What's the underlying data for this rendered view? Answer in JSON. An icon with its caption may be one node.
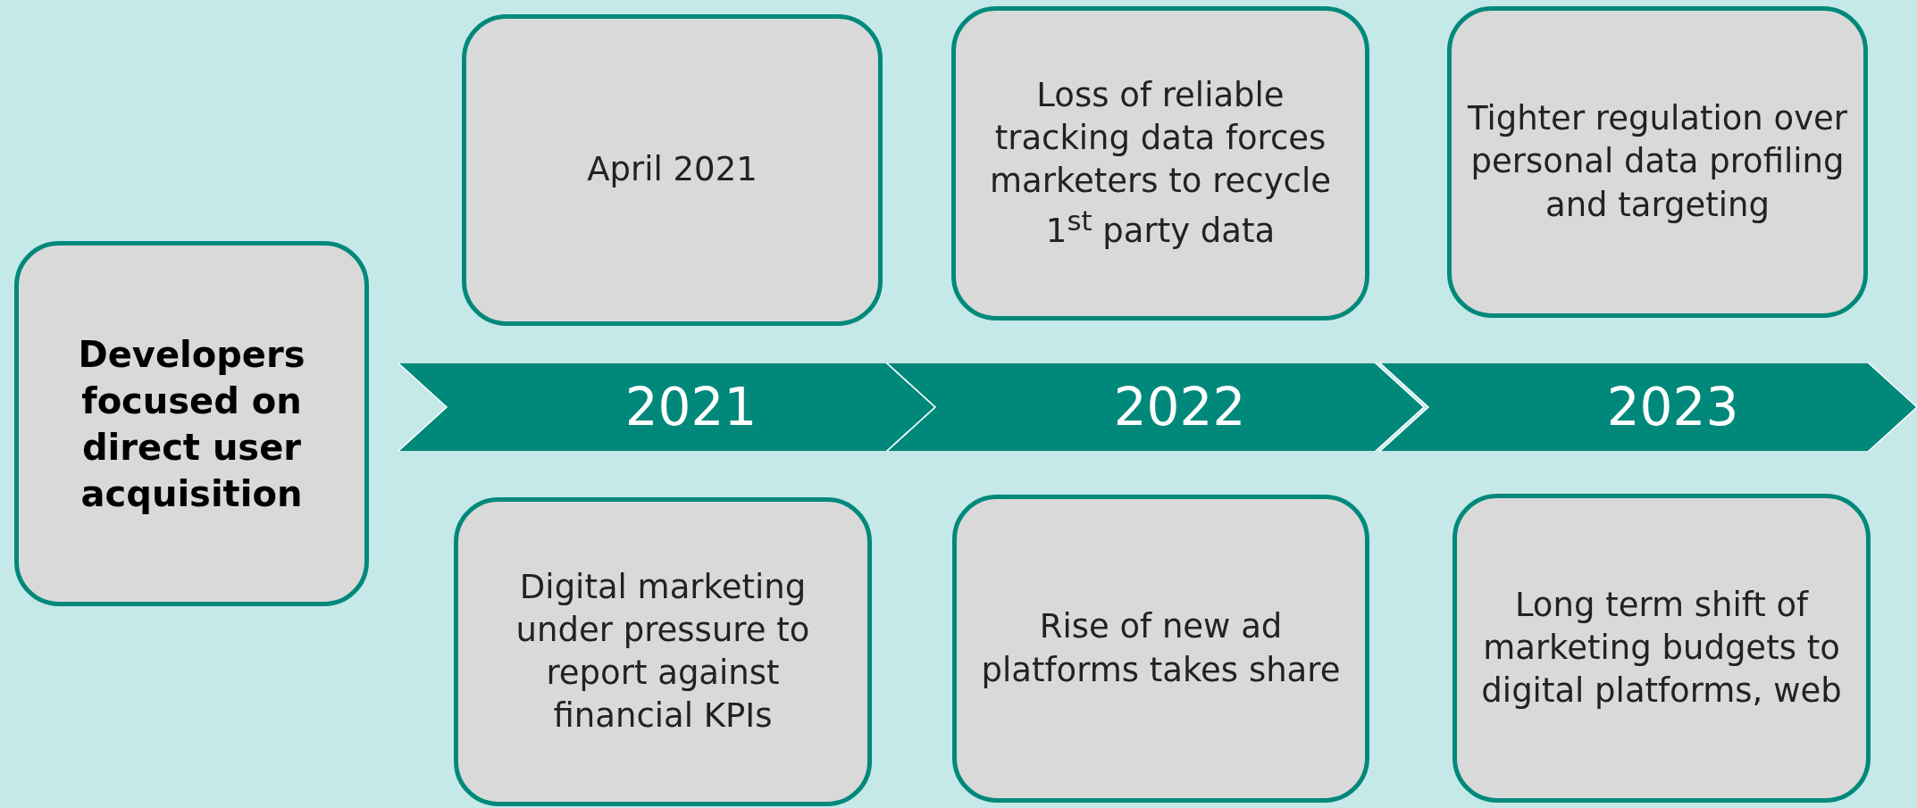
{
  "diagram": {
    "nodes": [
      {
        "text": [
          "Developers focused on direct user acquisition"
        ]
      },
      {
        "text": [
          "April 2021"
        ]
      },
      {
        "text": [
          "Loss of reliable tracking data forces marketers to recycle 1$^{st}$ party data"
        ]
      },
      {
        "text": [
          "Tighter regulation over personal data profiling and targeting"
        ]
      },
      {
        "text": [
          "2021"
        ]
      },
      {
        "text": [
          "2022"
        ]
      },
      {
        "text": [
          "2023"
        ]
      },
      {
        "text": [
          "Digital marketing under pressure to report against financial KPIs"
        ]
      },
      {
        "text": [
          "Rise of new ad platforms takes share"
        ]
      },
      {
        "text": [
          "Long term shift of marketing budgets to digital platforms, web"
        ]
      }
    ]
  }
}
